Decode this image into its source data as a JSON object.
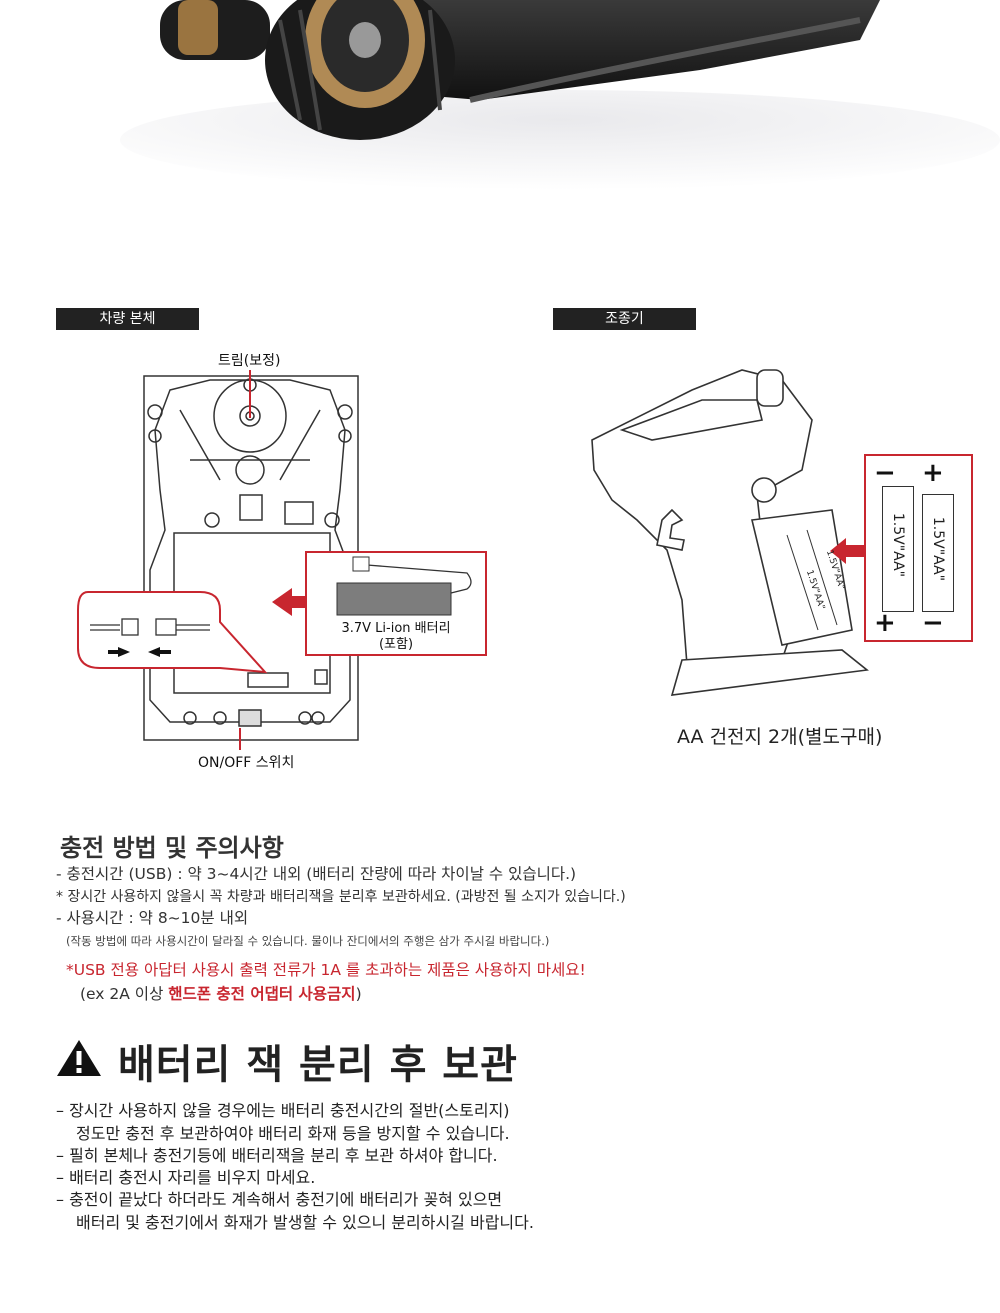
{
  "sections": {
    "vehicle_tag": "차량 본체",
    "controller_tag": "조종기"
  },
  "vehicle_diagram": {
    "trim_label": "트림(보정)",
    "battery_label_line1": "3.7V Li-ion 배터리",
    "battery_label_line2": "(포함)",
    "switch_label": "ON/OFF 스위치"
  },
  "controller_diagram": {
    "battery_text": "1.5V\"AA\"",
    "slot_text": "1.5V\"AA\"",
    "caption": "AA 건전지 2개(별도구매)"
  },
  "charging": {
    "title": "충전 방법 및 주의사항",
    "line1": "- 충전시간 (USB) : 약 3~4시간 내외 (배터리 잔량에 따라 차이날 수 있습니다.)",
    "line2": "* 장시간 사용하지 않을시 꼭 차량과 배터리잭을 분리후 보관하세요. (과방전 될 소지가 있습니다.)",
    "line3": "- 사용시간 : 약 8~10분 내외",
    "line4": "(작동 방법에 따라 사용시간이 달라질 수 있습니다. 물이나 잔디에서의 주행은 삼가  주시길  바랍니다.)",
    "warning": "*USB 전용 아답터 사용시 출력 전류가 1A 를 초과하는 제품은 사용하지 마세요!",
    "note_prefix": "(ex 2A 이상 ",
    "note_bold": "핸드폰 충전 어댑터 사용금지",
    "note_suffix": ")"
  },
  "storage": {
    "title": "배터리 잭 분리 후 보관",
    "bullets": [
      "– 장시간 사용하지 않을 경우에는 배터리 충전시간의 절반(스토리지)",
      "정도만 충전 후 보관하여야 배터리 화재 등을 방지할 수 있습니다.",
      "– 필히 본체나 충전기등에 배터리잭을 분리 후 보관 하셔야 합니다.",
      "– 배터리 충전시 자리를 비우지 마세요.",
      "– 충전이 끝났다 하더라도 계속해서 충전기에 배터리가 꽂혀 있으면",
      "배터리 및 충전기에서 화재가 발생할 수 있으니 분리하시길 바랍니다."
    ]
  },
  "colors": {
    "accent_red": "#c8262f",
    "tag_bg": "#222222"
  }
}
